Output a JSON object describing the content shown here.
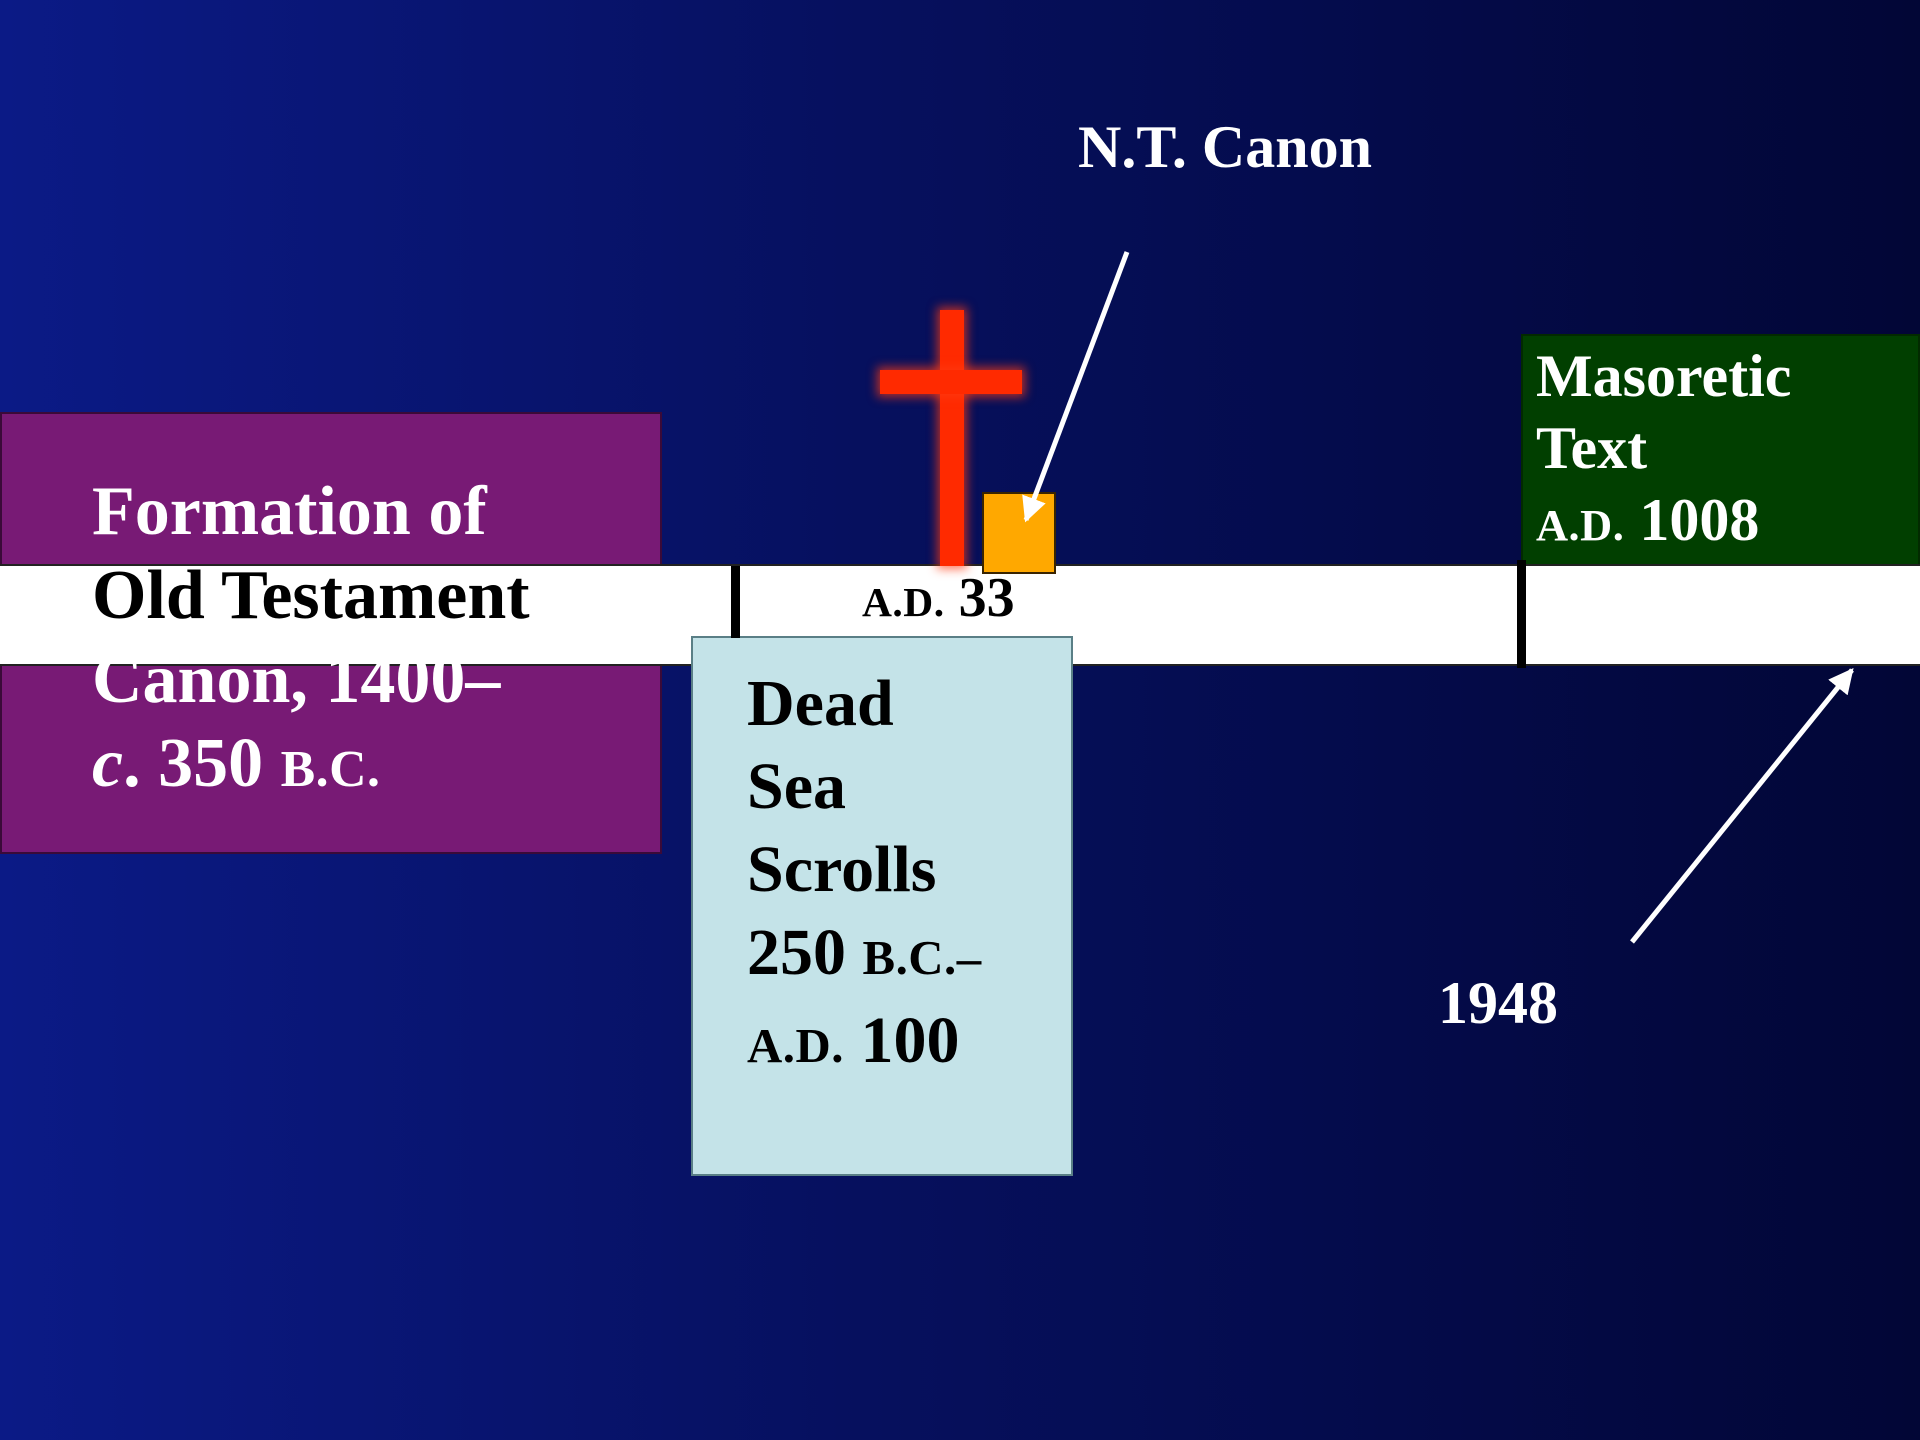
{
  "timeline": {
    "ad33_prefix": "A.D.",
    "ad33_year": "33"
  },
  "old_testament": {
    "line1": "Formation of",
    "line2": "Old Testament",
    "line3": "Canon, 1400–",
    "line4_c": "c",
    "line4_rest": ". 350",
    "line4_era": "B.C."
  },
  "dead_sea_scrolls": {
    "line1": "Dead",
    "line2": "Sea",
    "line3": "Scrolls",
    "line4_year": "250",
    "line4_era": "B.C.–",
    "line5_era": "A.D.",
    "line5_year": "100"
  },
  "masoretic": {
    "line1": "Masoretic",
    "line2": "Text",
    "line3_era": "A.D.",
    "line3_year": "1008"
  },
  "nt_canon": {
    "label": "N.T. Canon"
  },
  "discovery": {
    "year": "1948"
  },
  "colors": {
    "background_left": "#0b1a86",
    "background_right": "#020636",
    "ot_box": "#781a75",
    "dss_box": "#c4e3e8",
    "masoretic_box": "#013f00",
    "cross": "#ff2a00",
    "nt_marker": "#ffa800"
  },
  "icons": [
    "cross-icon",
    "nt-canon-marker",
    "arrow-icon"
  ]
}
